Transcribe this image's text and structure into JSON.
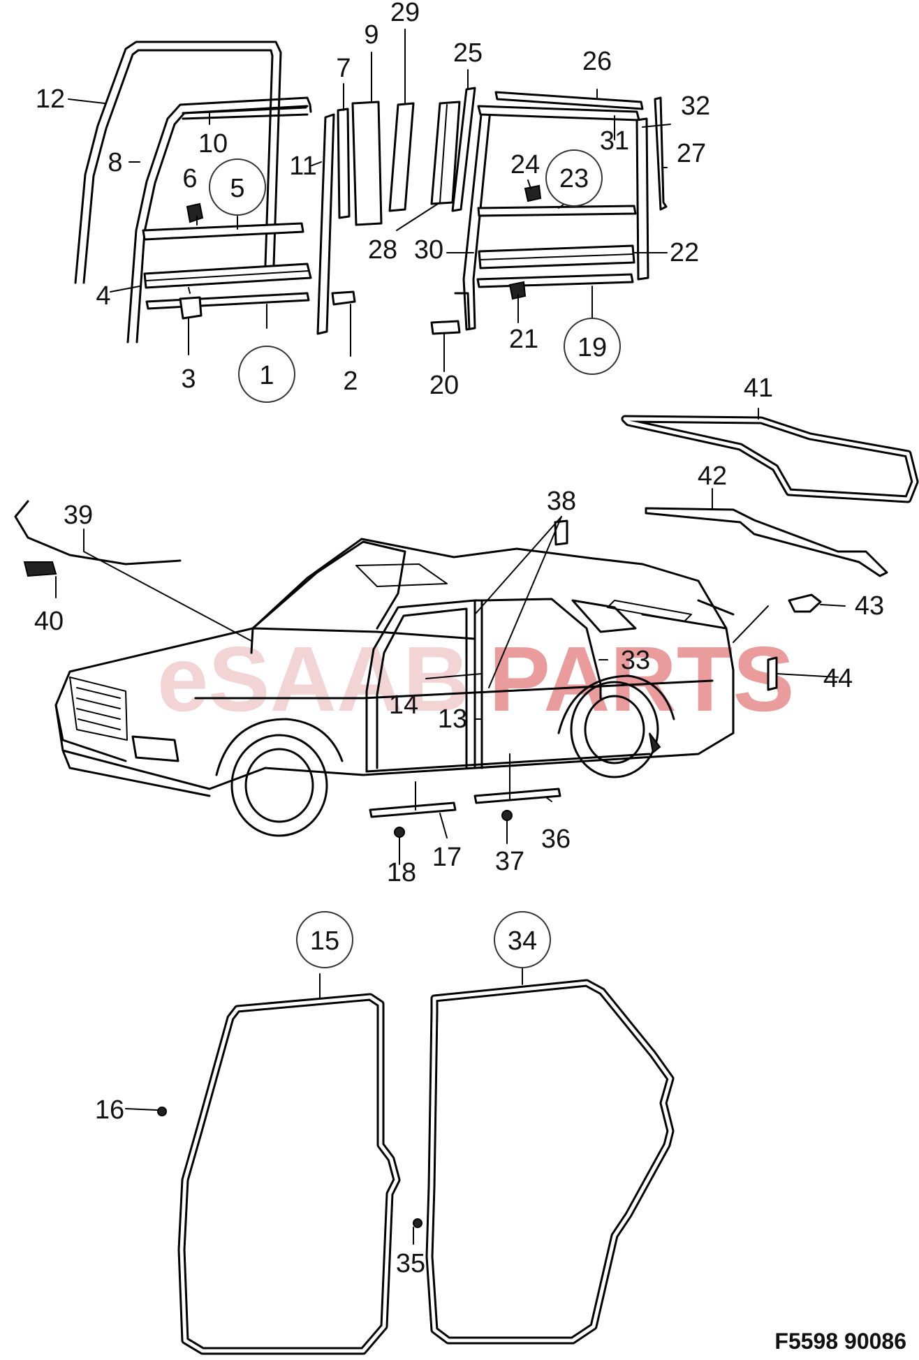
{
  "watermark": {
    "prefix": "eSAAB",
    "suffix": "PARTS",
    "prefix_color": "#e8b0b0",
    "suffix_color": "#d94a4a"
  },
  "figure_code": "F5598 90086",
  "callouts": {
    "c1": "1",
    "c2": "2",
    "c3": "3",
    "c4": "4",
    "c5": "5",
    "c6": "6",
    "c7": "7",
    "c8": "8",
    "c9": "9",
    "c10": "10",
    "c11": "11",
    "c12": "12",
    "c13": "13",
    "c14": "14",
    "c15": "15",
    "c16": "16",
    "c17": "17",
    "c18": "18",
    "c19": "19",
    "c20": "20",
    "c21": "21",
    "c22": "22",
    "c23": "23",
    "c24": "24",
    "c25": "25",
    "c26": "26",
    "c27": "27",
    "c28": "28",
    "c29": "29",
    "c30": "30",
    "c31": "31",
    "c32": "32",
    "c33": "33",
    "c34": "34",
    "c35": "35",
    "c36": "36",
    "c37": "37",
    "c38": "38",
    "c39": "39",
    "c40": "40",
    "c41": "41",
    "c42": "42",
    "c43": "43",
    "c44": "44"
  },
  "circled_callouts": [
    "1",
    "5",
    "15",
    "19",
    "23",
    "34"
  ]
}
